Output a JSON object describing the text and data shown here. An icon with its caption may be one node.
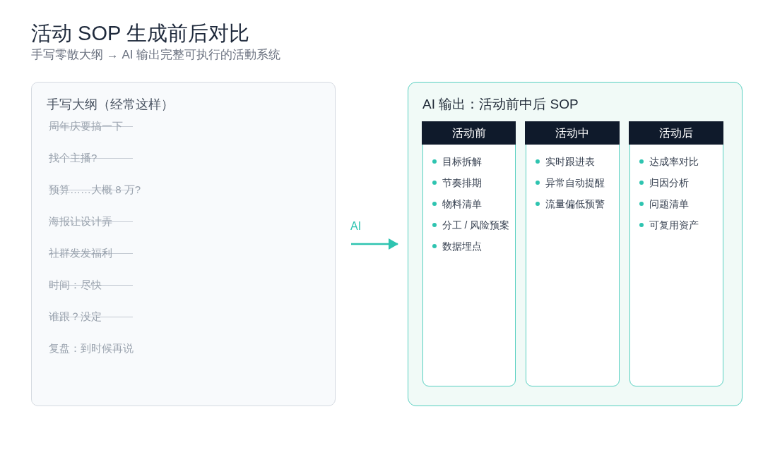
{
  "diagram": {
    "title": "活动 SOP 生成前后对比",
    "nodes": [
      {
        "text": [
          "手写大纲（经常这样）",
          "周年庆要搞一下",
          "找个主播?",
          "预算……大概 8 万?",
          "海报让设计弄",
          "社群发发福利",
          "时间：尽快",
          "谁跟？没定",
          "复盘：到时候再说"
        ]
      },
      {
        "text": [
          "AI 输出：活动前中后 SOP"
        ]
      },
      {
        "text": [
          "活动前",
          "目标拆解",
          "节奏排期",
          "物料清单",
          "分工 / 风险预案",
          "数据埋点"
        ],
        "in": 1
      },
      {
        "text": [
          "活动中",
          "实时跟进表",
          "异常自动提醒",
          "流量偏低预警"
        ],
        "in": 1
      },
      {
        "text": [
          "活动后",
          "达成率对比",
          "归因分析",
          "问题清单",
          "可复用资产"
        ],
        "in": 1
      }
    ],
    "edges": [
      {
        "from": 0,
        "to": 1,
        "arrow": "to",
        "label": "AI"
      }
    ],
    "labels": [
      "手写零散大纲 → AI 输出完整可执行的活動系统"
    ]
  }
}
